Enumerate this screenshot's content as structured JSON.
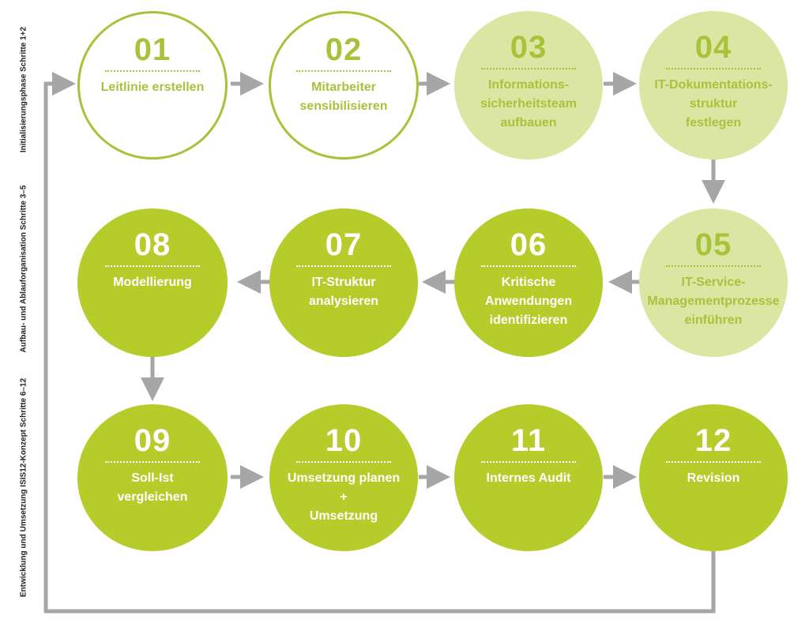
{
  "phases": [
    "Initialisierungsphase Schritte 1+2",
    "Aufbau- und Ablauforganisation Schritte 3–5",
    "Entwicklung und Umsetzung ISIS12-Konzept  Schritte 6–12"
  ],
  "steps": [
    {
      "num": "01",
      "label": "Leitlinie erstellen"
    },
    {
      "num": "02",
      "label": "Mitarbeiter\nsensibilisieren"
    },
    {
      "num": "03",
      "label": "Informations-\nsicherheitsteam\naufbauen"
    },
    {
      "num": "04",
      "label": "IT-Dokumentations-\nstruktur\nfestlegen"
    },
    {
      "num": "05",
      "label": "IT-Service-\nManagementprozesse\neinführen"
    },
    {
      "num": "06",
      "label": "Kritische\nAnwendungen\nidentifizieren"
    },
    {
      "num": "07",
      "label": "IT-Struktur\nanalysieren"
    },
    {
      "num": "08",
      "label": "Modellierung"
    },
    {
      "num": "09",
      "label": "Soll-Ist\nvergleichen"
    },
    {
      "num": "10",
      "label": "Umsetzung planen\n+\nUmsetzung"
    },
    {
      "num": "11",
      "label": "Internes Audit"
    },
    {
      "num": "12",
      "label": "Revision"
    }
  ],
  "colors": {
    "outline": "#a9c23c",
    "light": "#dbe6a3",
    "dark": "#b6cc2b",
    "arrow": "#a6a6a6"
  }
}
